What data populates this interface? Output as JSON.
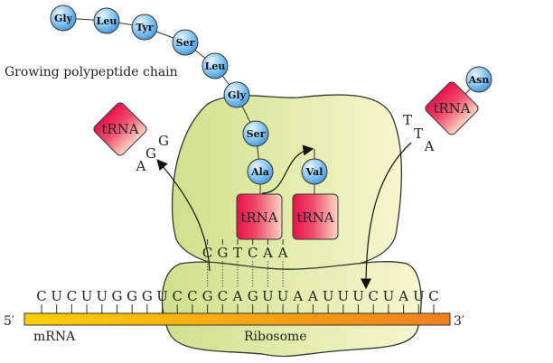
{
  "title_label": "Growing polypeptide chain",
  "chain": [
    "Gly",
    "Leu",
    "Tyr",
    "Ser",
    "Leu",
    "Gly",
    "Ser"
  ],
  "p_site": {
    "amino_acid": "Ala",
    "trna": "tRNA",
    "anticodon": [
      "C",
      "G",
      "T"
    ]
  },
  "a_site": {
    "amino_acid": "Val",
    "trna": "tRNA",
    "anticodon": [
      "C",
      "A",
      "A"
    ]
  },
  "exiting_trna": {
    "trna": "tRNA",
    "anticodon": [
      "G",
      "G",
      "A"
    ]
  },
  "incoming_trna": {
    "trna": "tRNA",
    "amino_acid": "Asn",
    "anticodon": [
      "T",
      "T",
      "A"
    ]
  },
  "mrna": {
    "label": "mRNA",
    "five_prime": "5′",
    "three_prime": "3′",
    "bases": [
      "C",
      "U",
      "C",
      "U",
      "U",
      "G",
      "G",
      "G",
      "U",
      "C",
      "C",
      "G",
      "C",
      "A",
      "G",
      "U",
      "U",
      "A",
      "A",
      "U",
      "U",
      "U",
      "C",
      "U",
      "A",
      "U",
      "C"
    ]
  },
  "ribosome_label": "Ribosome",
  "colors": {
    "ribosome": "#d6e490",
    "bead": "#6cb7ec",
    "trna": "#e8194f",
    "mrna_start": "#fcd000",
    "mrna_end": "#f07f1f"
  }
}
